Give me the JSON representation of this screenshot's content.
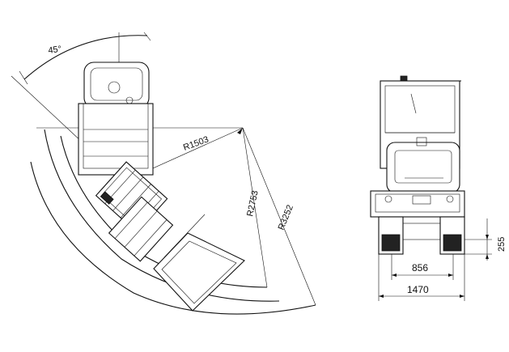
{
  "top_view": {
    "angle_label": "45°",
    "radius_1": "R1503",
    "radius_2": "R2753",
    "radius_3": "R3252"
  },
  "front_view": {
    "track_width": "856",
    "overall_width": "1470",
    "ground_clearance": "255"
  }
}
